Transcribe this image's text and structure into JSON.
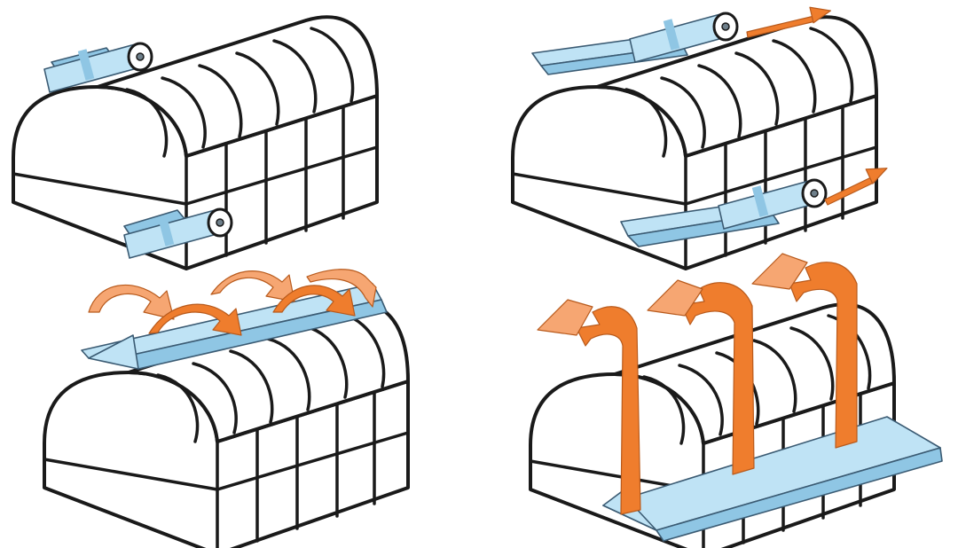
{
  "colors": {
    "film": "#bfe3f5",
    "film_dark": "#8fc6e4",
    "film_edge": "#3b5b73",
    "arrow": "#ef7d2d",
    "arrow_light": "#f6a672",
    "outline": "#1a1a1a"
  },
  "steps": [
    {
      "name": "step-1-place-rolls",
      "icons": [
        "greenhouse-icon",
        "film-roll-icon",
        "film-roll-icon"
      ]
    },
    {
      "name": "step-2-unroll-film",
      "icons": [
        "greenhouse-icon",
        "film-roll-icon",
        "unroll-arrow-icon"
      ]
    },
    {
      "name": "step-3-unfold-over-ridge",
      "icons": [
        "greenhouse-icon",
        "folded-film-icon",
        "curved-arrow-icon"
      ]
    },
    {
      "name": "step-4-pull-over-sides",
      "icons": [
        "greenhouse-icon",
        "folded-film-icon",
        "curved-arrow-icon"
      ]
    }
  ]
}
